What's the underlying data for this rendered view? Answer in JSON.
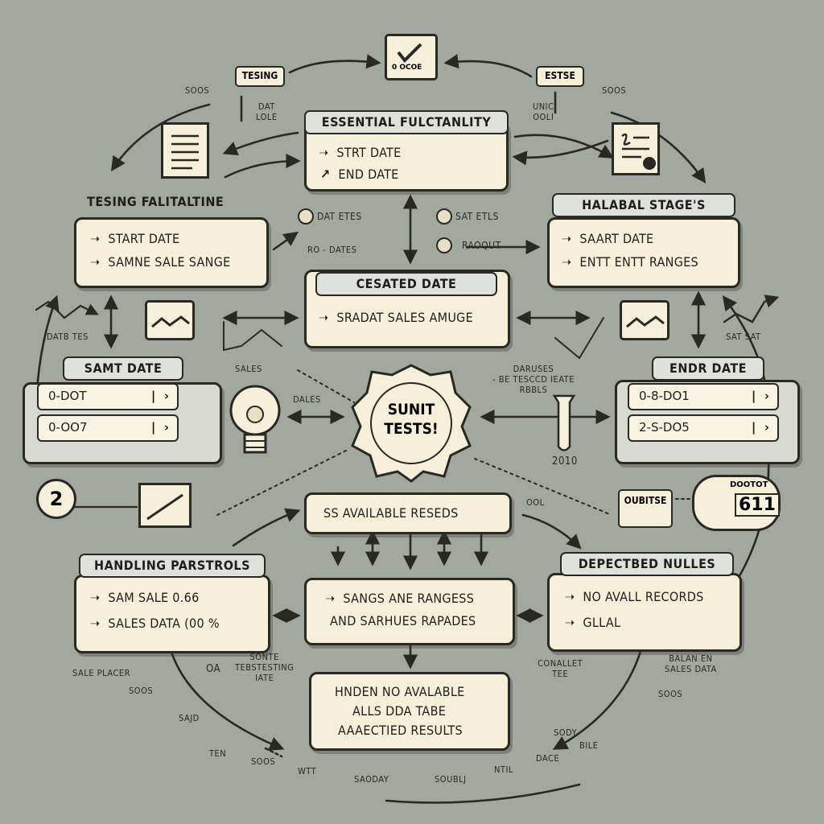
{
  "center": {
    "line1": "SUNIT",
    "line2": "TESTS!"
  },
  "top_icon": {
    "label": "0 OCOE"
  },
  "tags": {
    "testing": "TESING",
    "estage": "ESTSE"
  },
  "essential": {
    "title": "ESSENTIAL FULCTANLITY",
    "items": [
      "STRT DATE",
      "END DATE"
    ]
  },
  "testing_func": {
    "title": "TESING FALITALTINE",
    "items": [
      "START DATE",
      "SAMNE SALE SANGE"
    ]
  },
  "halabal": {
    "title": "HALABAL STAGE'S",
    "items": [
      "SAART DATE",
      "ENTT ENTT RANGES"
    ]
  },
  "created": {
    "title": "CESATED DATE",
    "items": [
      "SRADAT SALES AMUGE"
    ]
  },
  "samt_date": {
    "title": "SAMT DATE",
    "rows": [
      "0-DOT",
      "0-OO7"
    ]
  },
  "endr_date": {
    "title": "ENDR DATE",
    "rows": [
      "0-8-DO1",
      "2-S-DO5"
    ]
  },
  "available": {
    "text": "SS   AVAILABLE  RESEDS"
  },
  "handling": {
    "title": "HANDLING PARSTROLS",
    "items": [
      "SAM  SALE  0.66",
      "SALES DATA  (00 %"
    ]
  },
  "sanges": {
    "items": [
      "SANGS ANE RANGESS",
      "AND SARHUES RAPADES"
    ]
  },
  "depected": {
    "title": "DEPECTBED NULLES",
    "items": [
      "NO AVALL RECORDS",
      "GLLAL"
    ]
  },
  "hnden": {
    "items": [
      "HNDEN NO AVALABLE",
      "ALLS DDA TABE",
      "AAAECTIED RESULTS"
    ]
  },
  "radios": {
    "r1": "DAT ETES",
    "r2": "SAT ETLS",
    "r3": "RAOQUT",
    "r3_left": "RO -  DATES"
  },
  "labels": {
    "l_dat_lole": "DAT\nLOLE",
    "l_unic": "UNIC\nOOLI",
    "l_sode_tl": "SOOS",
    "l_sode_tr": "SOOS",
    "l_datetes": "DATB TES",
    "l_sales": "SALES",
    "l_dales": "DALES",
    "l_daruses": "DARUSES\n- BE TESCCD IEATE\nRBBLS",
    "l_2010": "2010",
    "l_sat_sat": "SAT SAT",
    "l_sale_placer": "SALE PLACER",
    "l_sods_bl": "SOOS",
    "l_oa": "OA",
    "l_sonte": "SONTE\nTEBSTESTING\nIATE",
    "l_conalet": "CONALLET\nTEE",
    "l_balan": "BALAN EN\nSALES DATA",
    "l_sods_br": "SOOS",
    "l_ten": "TEN",
    "l_soos_b": "SOOS",
    "l_witt": "WTT",
    "l_saoday": "SAODAY",
    "l_soubll": "SOUBLJ",
    "l_ntil": "NTIL",
    "l_dace": "DACE",
    "l_bile": "BILE",
    "l_sodbv": "SODY",
    "l_sajd": "SAJD",
    "l_ool": "OOL",
    "l_oritse": "OUBITSE",
    "l_calendar": "611",
    "l_calendar_top": "DOOTOT"
  },
  "colors": {
    "background": "#a3a89e",
    "box": "#f6efd9",
    "ink": "#2a2824",
    "title_fill": "#dfe2dc"
  }
}
